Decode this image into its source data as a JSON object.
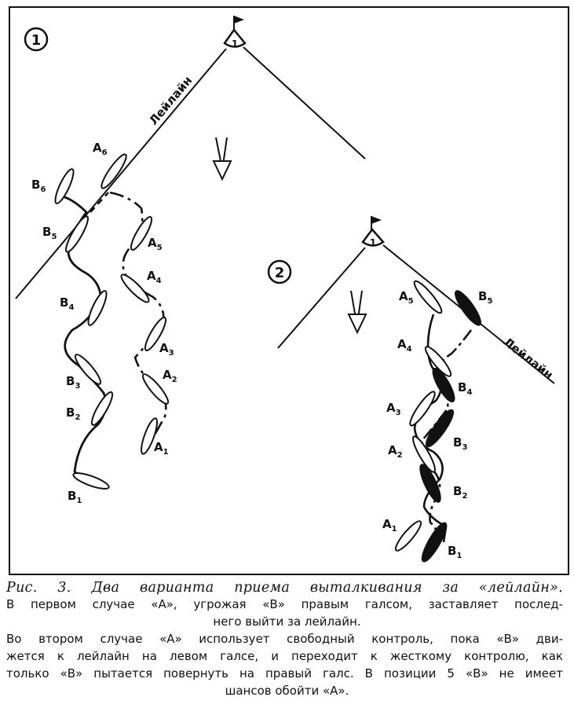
{
  "panel1": {
    "number": "1",
    "mark": "1",
    "layline": "Лейлайн",
    "boats_a": [
      {
        "label": "A",
        "sub": "1"
      },
      {
        "label": "A",
        "sub": "2"
      },
      {
        "label": "A",
        "sub": "3"
      },
      {
        "label": "A",
        "sub": "4"
      },
      {
        "label": "A",
        "sub": "5"
      },
      {
        "label": "A",
        "sub": "6"
      }
    ],
    "boats_b": [
      {
        "label": "B",
        "sub": "1"
      },
      {
        "label": "B",
        "sub": "2"
      },
      {
        "label": "B",
        "sub": "3"
      },
      {
        "label": "B",
        "sub": "4"
      },
      {
        "label": "B",
        "sub": "5"
      },
      {
        "label": "B",
        "sub": "6"
      }
    ]
  },
  "panel2": {
    "number": "2",
    "mark": "1",
    "layline": "Лейлайн",
    "boats_a": [
      {
        "label": "A",
        "sub": "1"
      },
      {
        "label": "A",
        "sub": "2"
      },
      {
        "label": "A",
        "sub": "3"
      },
      {
        "label": "A",
        "sub": "4"
      },
      {
        "label": "A",
        "sub": "5"
      }
    ],
    "boats_b": [
      {
        "label": "B",
        "sub": "1"
      },
      {
        "label": "B",
        "sub": "2"
      },
      {
        "label": "B",
        "sub": "3"
      },
      {
        "label": "B",
        "sub": "4"
      },
      {
        "label": "B",
        "sub": "5"
      }
    ]
  },
  "icons": {
    "wind": "wind-arrow-icon",
    "mark": "mark-flag-icon"
  },
  "caption": {
    "title": "Рис. 3. Два варианта приема выталкивания за «лейлайн».",
    "line1": "В первом случае «А», угрожая «В» правым галсом, заставляет послед-",
    "line2": "него выйти за лейлайн.",
    "line3": "Во втором случае «А» использует свободный контроль, пока «В» дви-",
    "line4": "жется к лейлайн на левом галсе, и переходит к жесткому контролю, как",
    "line5": "только «В» пытается повернуть на правый галс. В позиции 5 «В» не имеет",
    "line6": "шансов обойти «А»."
  }
}
